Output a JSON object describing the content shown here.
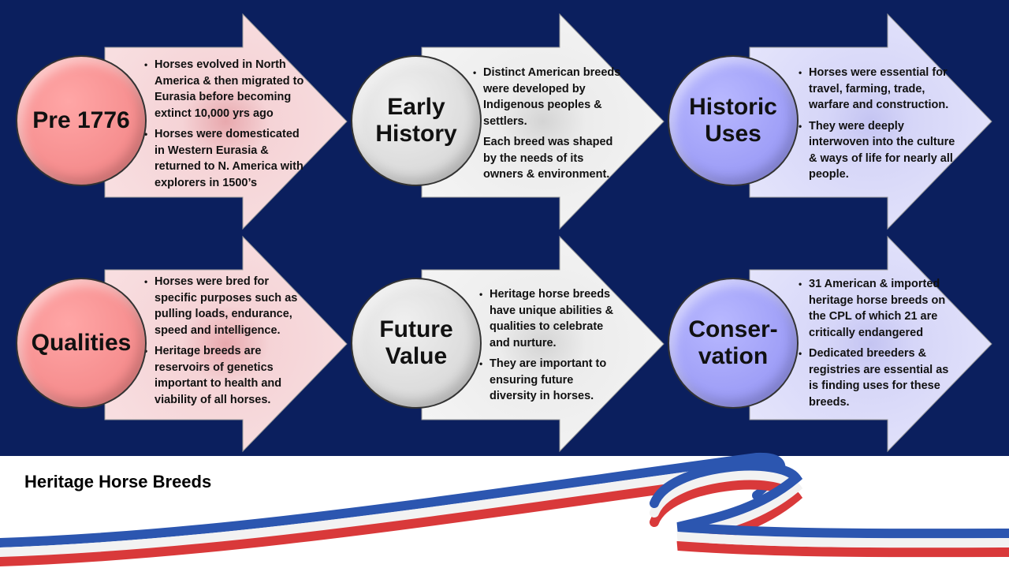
{
  "title": "Heritage Horse Breeds",
  "colors": {
    "background": "#0b1f5e",
    "pink": "#f5d3d6",
    "gray": "#e6e6e6",
    "lavender": "#d2d2f7"
  },
  "cards": [
    {
      "label": "Pre 1776",
      "bullets": [
        "Horses evolved in North America & then migrated to Eurasia before becoming extinct 10,000 yrs ago",
        "Horses were domesticated in Western Eurasia & returned to N. America with explorers in 1500’s"
      ]
    },
    {
      "label": "Early History",
      "bullets": [
        "Distinct American breeds were developed by Indigenous peoples & settlers.",
        "Each breed was shaped by the needs of its owners & environment."
      ]
    },
    {
      "label": "Historic Uses",
      "bullets": [
        "Horses were essential for travel, farming, trade, warfare and construction.",
        "They were deeply interwoven into the culture & ways of life for nearly all people."
      ]
    },
    {
      "label": "Qualities",
      "bullets": [
        "Horses were bred for specific purposes such as pulling loads, endurance, speed and intelligence.",
        "Heritage breeds are reservoirs of genetics important to health and viability of all horses."
      ]
    },
    {
      "label": "Future Value",
      "bullets": [
        "Heritage horse breeds have unique abilities & qualities to celebrate and nurture.",
        "They are important to ensuring future diversity in horses."
      ]
    },
    {
      "label": "Conser-vation",
      "bullets": [
        "31 American & imported heritage horse breeds on the CPL of which 21 are critically endangered",
        "Dedicated breeders & registries are essential as is finding uses for these breeds."
      ]
    }
  ]
}
